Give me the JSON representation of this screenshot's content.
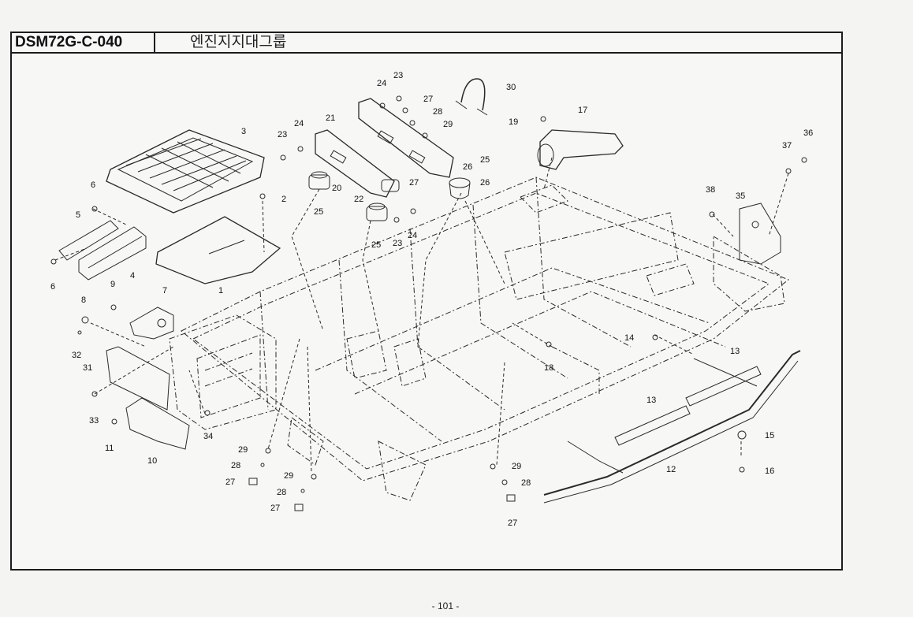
{
  "header": {
    "model_code": "DSM72G-C-040",
    "group_name": "엔진지지대그룹"
  },
  "page_number": "- 101 -",
  "callouts": [
    {
      "id": "p1",
      "label": "1"
    },
    {
      "id": "p2",
      "label": "2"
    },
    {
      "id": "p3",
      "label": "3"
    },
    {
      "id": "p4",
      "label": "4"
    },
    {
      "id": "p5",
      "label": "5"
    },
    {
      "id": "p6a",
      "label": "6"
    },
    {
      "id": "p6b",
      "label": "6"
    },
    {
      "id": "p7",
      "label": "7"
    },
    {
      "id": "p8",
      "label": "8"
    },
    {
      "id": "p9",
      "label": "9"
    },
    {
      "id": "p10",
      "label": "10"
    },
    {
      "id": "p11",
      "label": "11"
    },
    {
      "id": "p12",
      "label": "12"
    },
    {
      "id": "p13a",
      "label": "13"
    },
    {
      "id": "p13b",
      "label": "13"
    },
    {
      "id": "p14",
      "label": "14"
    },
    {
      "id": "p15",
      "label": "15"
    },
    {
      "id": "p16",
      "label": "16"
    },
    {
      "id": "p17",
      "label": "17"
    },
    {
      "id": "p18",
      "label": "18"
    },
    {
      "id": "p19",
      "label": "19"
    },
    {
      "id": "p20",
      "label": "20"
    },
    {
      "id": "p21",
      "label": "21"
    },
    {
      "id": "p22",
      "label": "22"
    },
    {
      "id": "p23a",
      "label": "23"
    },
    {
      "id": "p23b",
      "label": "23"
    },
    {
      "id": "p23c",
      "label": "23"
    },
    {
      "id": "p24a",
      "label": "24"
    },
    {
      "id": "p24b",
      "label": "24"
    },
    {
      "id": "p24c",
      "label": "24"
    },
    {
      "id": "p25a",
      "label": "25"
    },
    {
      "id": "p25b",
      "label": "25"
    },
    {
      "id": "p25c",
      "label": "25"
    },
    {
      "id": "p26a",
      "label": "26"
    },
    {
      "id": "p26b",
      "label": "26"
    },
    {
      "id": "p27a",
      "label": "27"
    },
    {
      "id": "p27b",
      "label": "27"
    },
    {
      "id": "p27c",
      "label": "27"
    },
    {
      "id": "p27d",
      "label": "27"
    },
    {
      "id": "p27e",
      "label": "27"
    },
    {
      "id": "p28a",
      "label": "28"
    },
    {
      "id": "p28b",
      "label": "28"
    },
    {
      "id": "p28c",
      "label": "28"
    },
    {
      "id": "p28d",
      "label": "28"
    },
    {
      "id": "p29a",
      "label": "29"
    },
    {
      "id": "p29b",
      "label": "29"
    },
    {
      "id": "p29c",
      "label": "29"
    },
    {
      "id": "p29d",
      "label": "29"
    },
    {
      "id": "p30",
      "label": "30"
    },
    {
      "id": "p31",
      "label": "31"
    },
    {
      "id": "p32",
      "label": "32"
    },
    {
      "id": "p33",
      "label": "33"
    },
    {
      "id": "p34",
      "label": "34"
    },
    {
      "id": "p35",
      "label": "35"
    },
    {
      "id": "p36",
      "label": "36"
    },
    {
      "id": "p37",
      "label": "37"
    },
    {
      "id": "p38",
      "label": "38"
    }
  ]
}
